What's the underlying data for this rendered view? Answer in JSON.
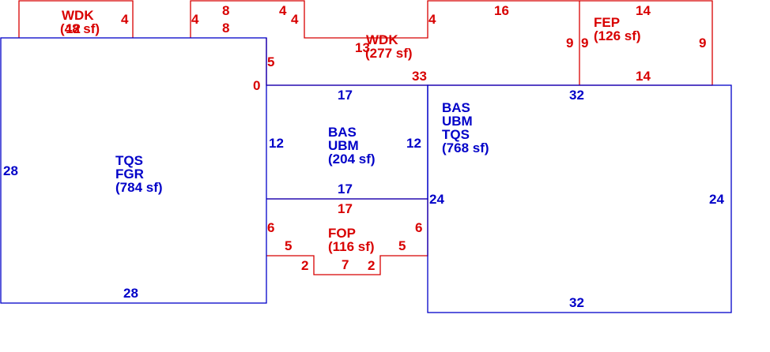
{
  "colors": {
    "addition": "#d80000",
    "main": "#0000c8",
    "background": "#ffffff"
  },
  "areas": {
    "wdk_small": {
      "code": "WDK",
      "area": "(48 sf)",
      "overlap_dim": "12",
      "right_dim": "4"
    },
    "wdk_large": {
      "code": "WDK",
      "area": "(277 sf)",
      "overlap_dim": "13",
      "dims": [
        "4",
        "8",
        "4",
        "4",
        "8",
        "5",
        "0",
        "33",
        "4",
        "16"
      ]
    },
    "fep": {
      "code": "FEP",
      "area": "(126 sf)",
      "dims": [
        "14",
        "9",
        "9",
        "9",
        "14"
      ]
    },
    "fop": {
      "code": "FOP",
      "area": "(116 sf)",
      "dims": [
        "17",
        "6",
        "5",
        "2",
        "7",
        "2",
        "5",
        "6"
      ]
    },
    "left_block": {
      "codes": [
        "TQS",
        "FGR"
      ],
      "area": "(784 sf)",
      "dims": [
        "28",
        "28"
      ]
    },
    "middle_block": {
      "codes": [
        "BAS",
        "UBM"
      ],
      "area": "(204 sf)",
      "dims": [
        "17",
        "12",
        "12",
        "17"
      ]
    },
    "right_block": {
      "codes": [
        "BAS",
        "UBM",
        "TQS"
      ],
      "area": "(768 sf)",
      "dims": [
        "32",
        "24",
        "24",
        "32"
      ]
    }
  }
}
